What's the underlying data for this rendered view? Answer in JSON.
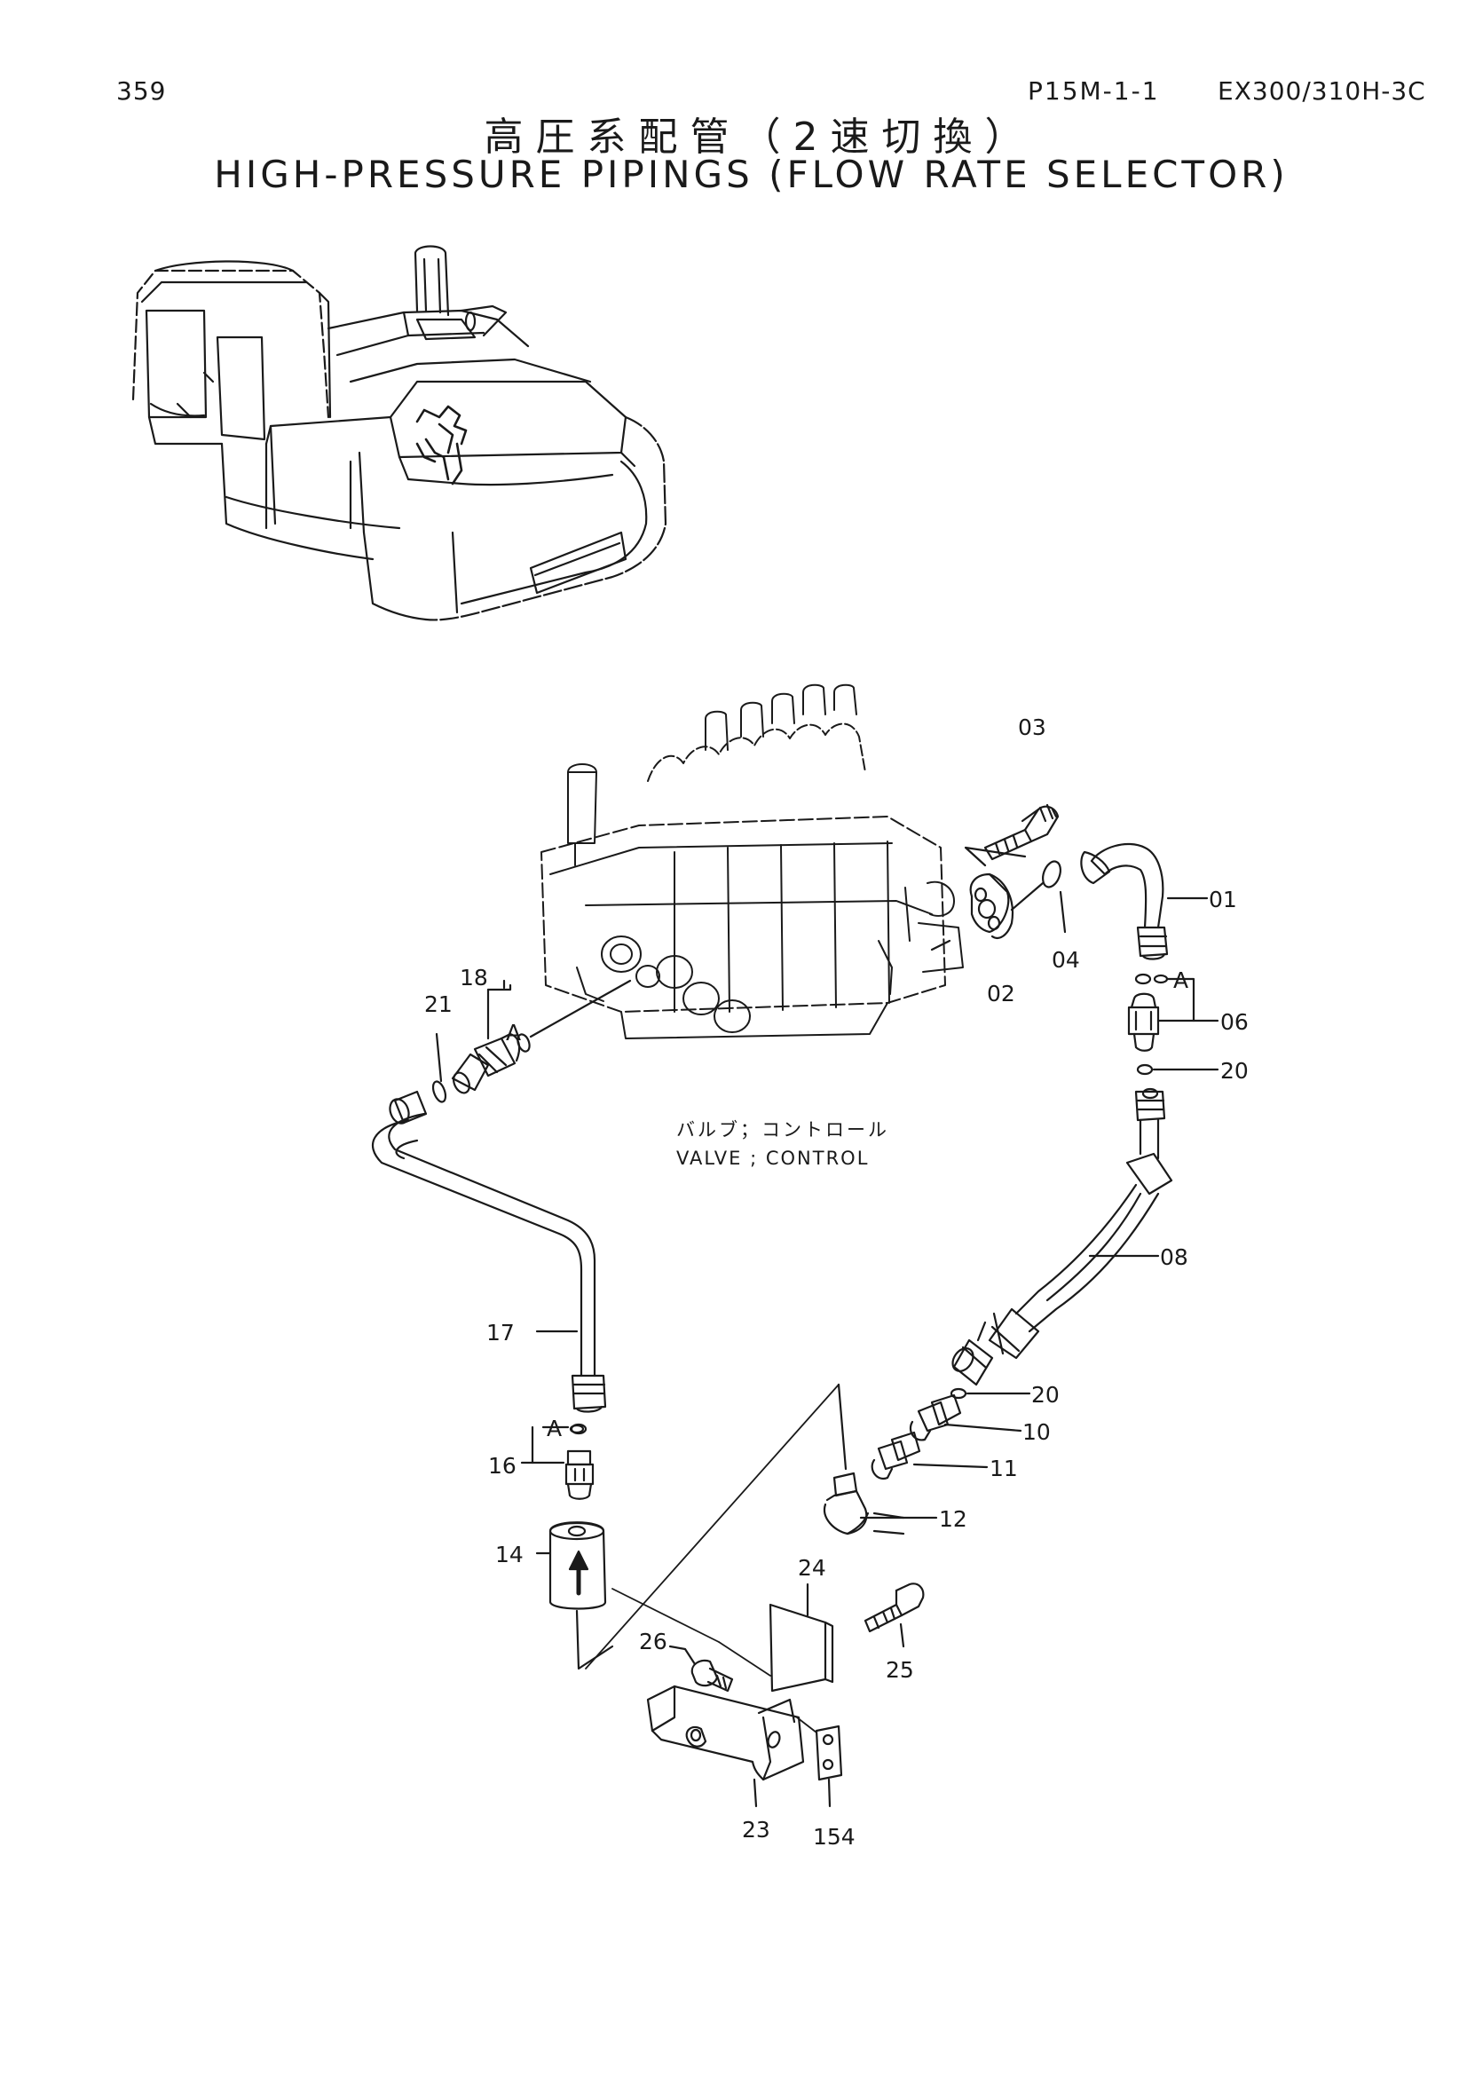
{
  "header": {
    "page_number": "359",
    "ref_code": "P15M-1-1",
    "model": "EX300/310H-3C",
    "title_jp": "高圧系配管（2速切換）",
    "title_en": "HIGH-PRESSURE PIPINGS (FLOW RATE SELECTOR)"
  },
  "valve_label": {
    "jp": "バルブ；コントロール",
    "en": "VALVE ; CONTROL"
  },
  "detail_marker": "A",
  "callouts": {
    "c01": "01",
    "c02": "02",
    "c03": "03",
    "c04": "04",
    "c06": "06",
    "c08": "08",
    "c10": "10",
    "c11": "11",
    "c12": "12",
    "c14": "14",
    "c16": "16",
    "c17": "17",
    "c18": "18",
    "c20a": "20",
    "c20b": "20",
    "c21": "21",
    "c23": "23",
    "c24": "24",
    "c25": "25",
    "c26": "26",
    "c154": "154"
  }
}
